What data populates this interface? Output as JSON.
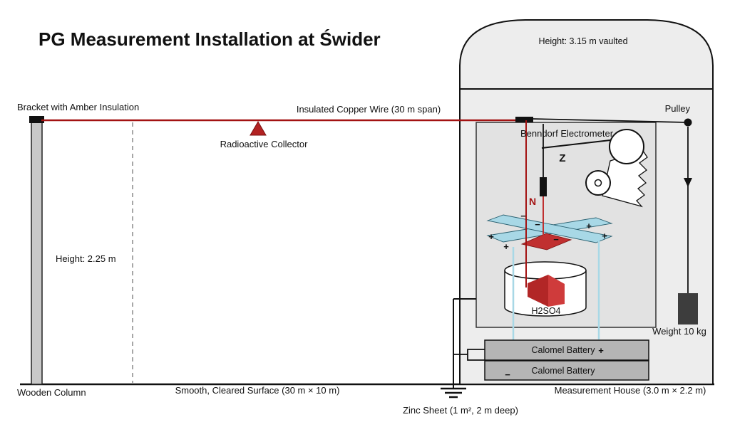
{
  "title": "PG Measurement Installation at Świder",
  "labels": {
    "bracket": "Bracket with Amber Insulation",
    "copper_wire": "Insulated Copper Wire (30 m span)",
    "radioactive_collector": "Radioactive Collector",
    "column_height": "Height: 2.25 m",
    "wooden_column": "Wooden Column",
    "surface": "Smooth, Cleared Surface (30 m × 10 m)",
    "roof_height": "Height: 3.15 m vaulted",
    "pulley": "Pulley",
    "electrometer": "Benndorf Electrometer",
    "z_arm": "Z",
    "needle": "N",
    "acid": "H2SO4",
    "weight": "Weight 10 kg",
    "battery_top": "Calomel Battery",
    "battery_top_sign": "+",
    "battery_bottom": "Calomel Battery",
    "battery_bottom_sign": "−",
    "measurement_house": "Measurement House (3.0 m × 2.2 m)",
    "zinc_sheet": "Zinc Sheet (1 m², 2 m deep)"
  },
  "plate_signs": [
    "+",
    "+",
    "+",
    "+",
    "−",
    "−",
    "−"
  ],
  "colors": {
    "wire_red": "#a31212",
    "collector_red": "#b22222",
    "needle_red": "#c03030",
    "vane_red_dark": "#b22626",
    "vane_red_light": "#cf3b3b",
    "plate_blue": "#a8d8e6",
    "battery_gray": "#b5b5b5",
    "house_fill": "#ededed",
    "inner_box_fill": "#e2e2e2",
    "weight_fill": "#3d3d3d",
    "ink": "#111111"
  }
}
